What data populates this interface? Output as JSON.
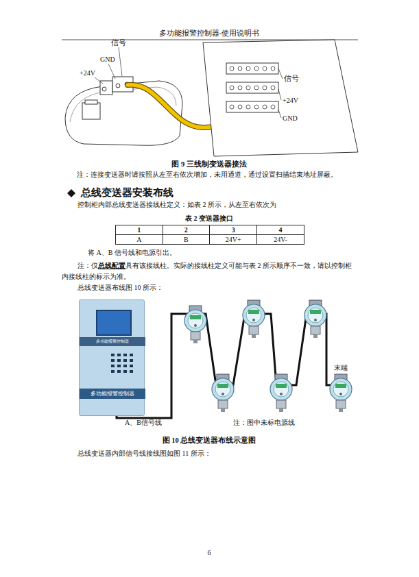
{
  "diagram": {
    "title": "总线变送器安装布线",
    "caption": "图 10 总线变送器布线示意图",
    "nodes": [
      {
        "text": [
          "多功能报警控制器",
          "多功能报警控制器"
        ]
      }
    ],
    "edges": [],
    "labels": [
      "多功能报警控制器-使用说明书",
      "信号",
      "GND",
      "+24V",
      "信号",
      "+24V",
      "GND",
      "图 9 三线制变送器接法",
      "注：连接变送器时请按照从左至右依次增加，未用通道，通过设置扫描结束地址屏蔽。",
      "控制柜内部总线变送器接线柱定义：如表 2 所示，从左至右依次为",
      "表 2 变送器接口",
      "1",
      "2",
      "3",
      "4",
      "A",
      "B",
      "24V+",
      "24V-",
      "将 A、B 信号线和电源引出。",
      "注：仅",
      "总线配置",
      "具有该接线柱。实际的接线柱定义可能与表 2 所示顺序不一致，请以控制柜内接线柱的标示为准。",
      "总线变送器布线图 10 所示：",
      "A、B信号线",
      "注：图中未标电源线",
      "末端",
      "总线变送器内部信号线接线图如图 11 所示：",
      "6"
    ]
  }
}
